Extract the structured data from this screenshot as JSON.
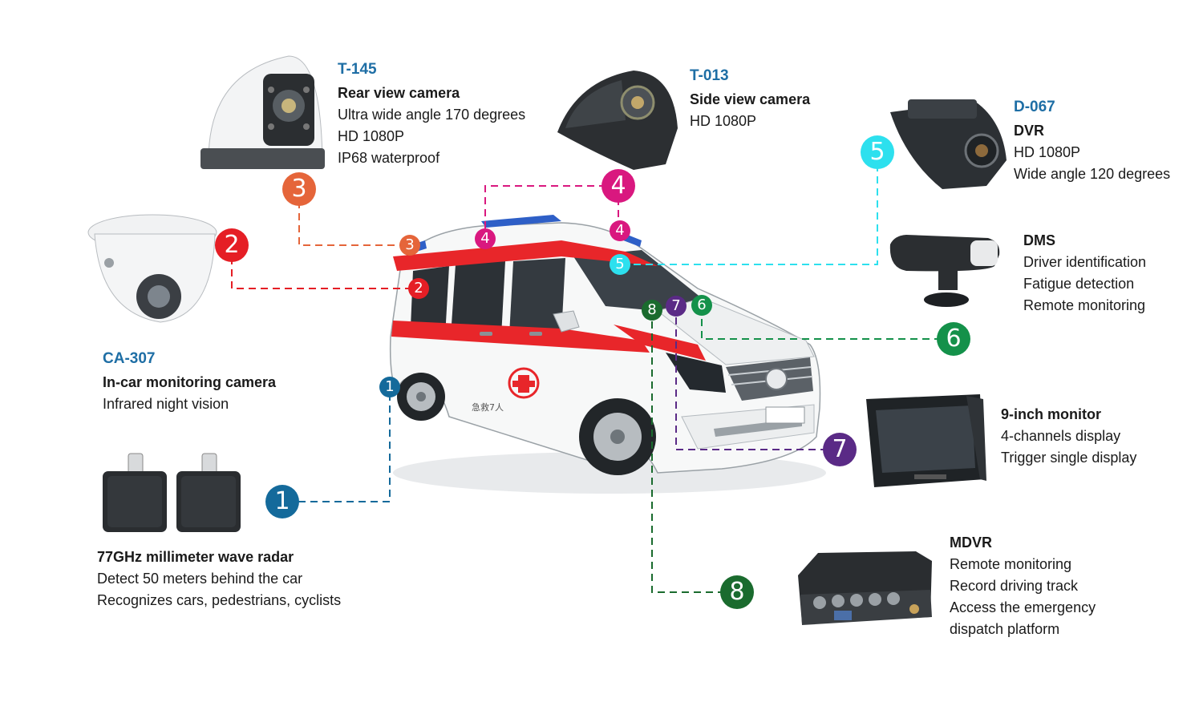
{
  "colors": {
    "c1": "#146a9b",
    "c2": "#e51e25",
    "c3": "#e5653a",
    "c4": "#d9187f",
    "c5": "#2de0ee",
    "c6": "#14914a",
    "c7": "#5a2a86",
    "c8": "#1a6b2e"
  },
  "products": {
    "p1": {
      "code": "",
      "name": "77GHz millimeter wave radar",
      "lines": [
        "Detect 50 meters behind the car",
        "Recognizes cars, pedestrians, cyclists"
      ]
    },
    "p2": {
      "code": "CA-307",
      "name": "In-car monitoring camera",
      "lines": [
        "Infrared night vision"
      ]
    },
    "p3": {
      "code": "T-145",
      "name": "Rear view camera",
      "lines": [
        "Ultra wide angle 170 degrees",
        "HD 1080P",
        "IP68 waterproof"
      ]
    },
    "p4": {
      "code": "T-013",
      "name": "Side view camera",
      "lines": [
        "HD 1080P"
      ]
    },
    "p5": {
      "code": "D-067",
      "name": "DVR",
      "lines": [
        "HD 1080P",
        "Wide angle 120 degrees"
      ]
    },
    "p6": {
      "code": "",
      "name": "DMS",
      "lines": [
        "Driver identification",
        "Fatigue detection",
        "Remote monitoring"
      ]
    },
    "p7": {
      "code": "",
      "name": "9-inch monitor",
      "lines": [
        "4-channels display",
        "Trigger single display"
      ]
    },
    "p8": {
      "code": "",
      "name": "MDVR",
      "lines": [
        "Remote monitoring",
        "Record driving track",
        "Access the emergency",
        "dispatch platform"
      ]
    }
  },
  "markers": [
    "1",
    "2",
    "3",
    "4",
    "5",
    "6",
    "7",
    "8"
  ],
  "vehicle": {
    "side_text": "急救7人"
  }
}
